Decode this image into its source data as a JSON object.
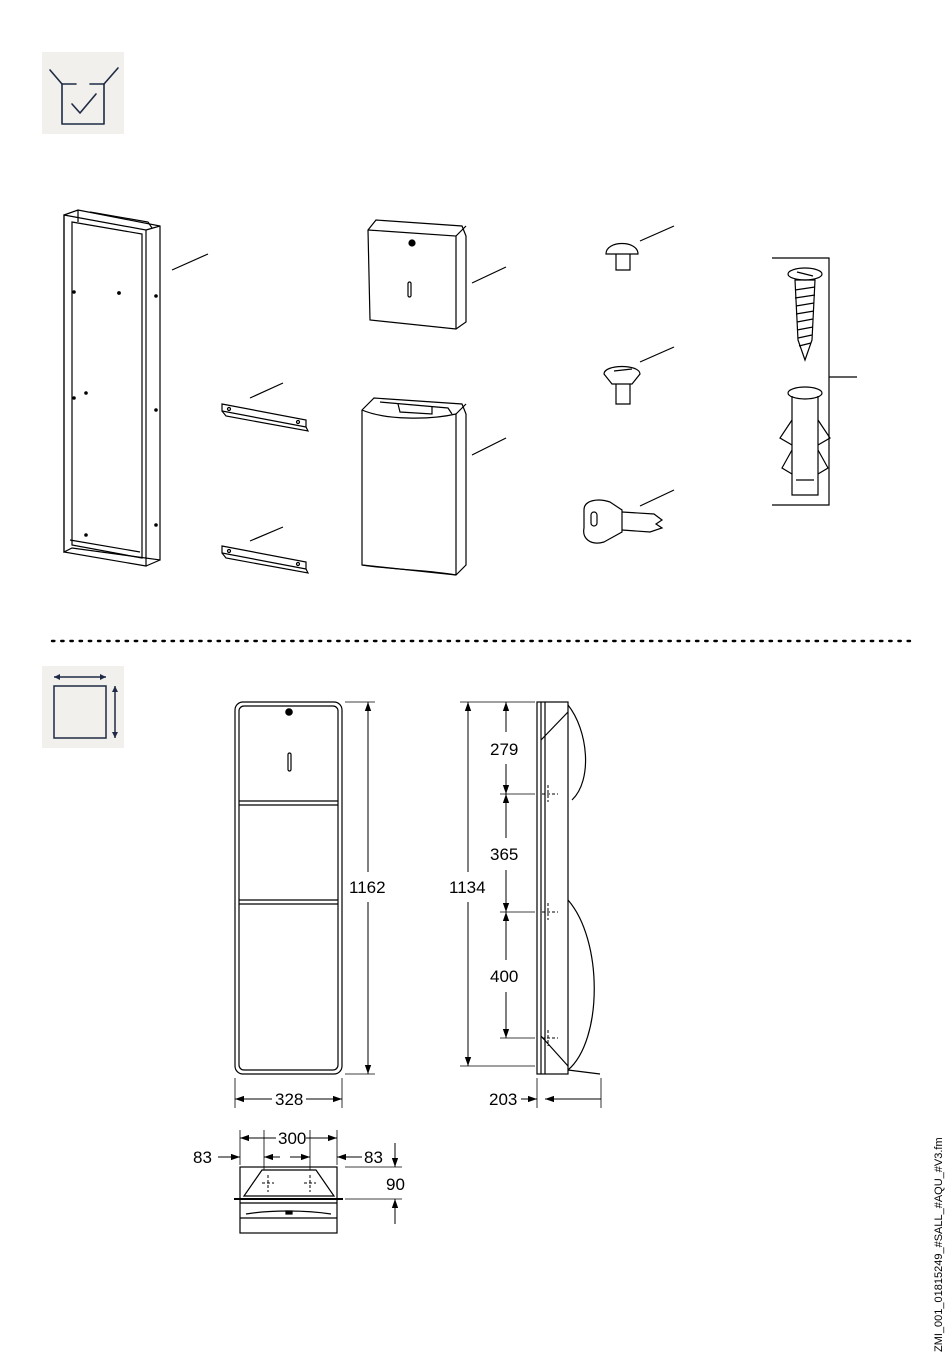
{
  "dimensions": {
    "front_height": "1162",
    "front_width": "328",
    "side_total_height": "1134",
    "side_segment_top": "279",
    "side_segment_middle": "365",
    "side_segment_bottom": "400",
    "side_depth": "203",
    "top_inner_width": "300",
    "top_left_offset": "83",
    "top_right_offset": "83",
    "top_depth": "90"
  },
  "document_id": "ZMI_001_01815249_#SALL_#AQU_#V3.fm",
  "icons": {
    "scope_of_delivery": "box-check-icon",
    "dimensions": "dimension-square-icon"
  },
  "colors": {
    "icon_background": "#f1f0ec",
    "icon_stroke": "#1f2a44",
    "line": "#000000"
  }
}
